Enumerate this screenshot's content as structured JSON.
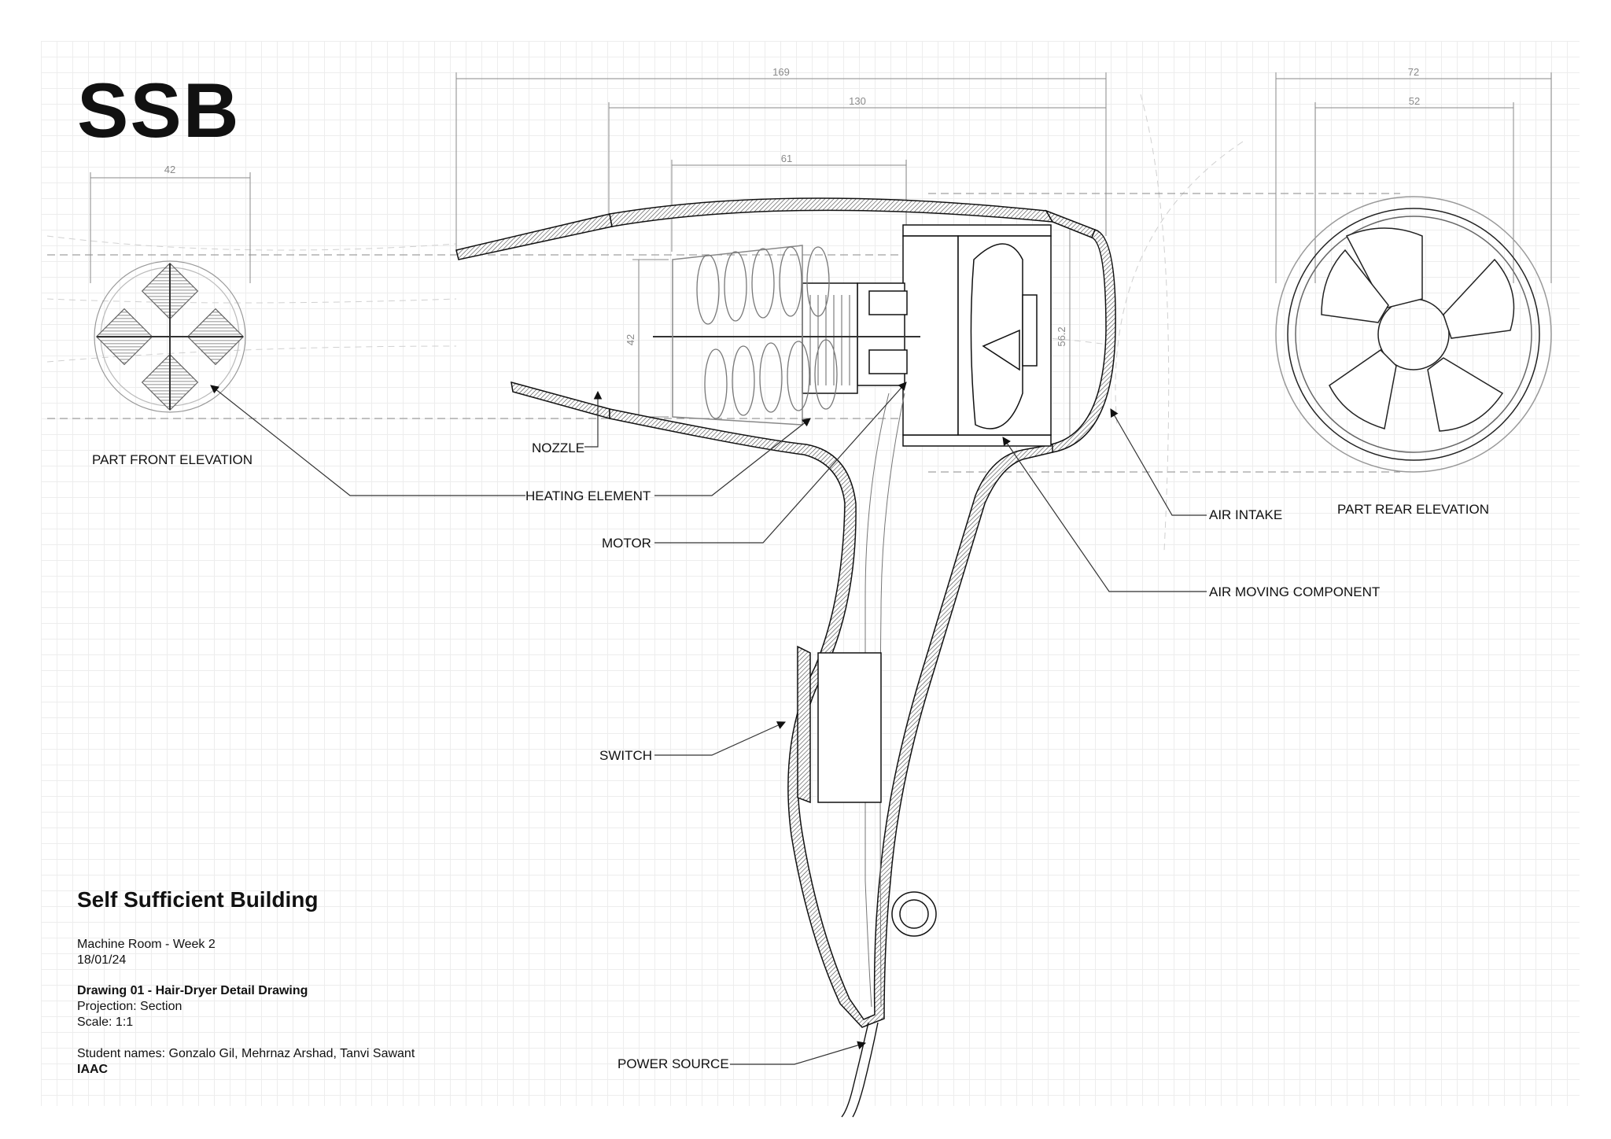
{
  "logo": "SSB",
  "dimensions": {
    "overall_length": "169",
    "body_length": "130",
    "heater_length": "61",
    "front_width": "42",
    "rear_width": "72",
    "fan_width": "52",
    "heater_height": "42",
    "intake_height": "56.2"
  },
  "labels": {
    "front_elevation": "PART FRONT ELEVATION",
    "nozzle": "NOZZLE",
    "heating_element": "HEATING ELEMENT",
    "motor": "MOTOR",
    "switch": "SWITCH",
    "power_source": "POWER SOURCE",
    "air_intake": "AIR INTAKE",
    "rear_elevation": "PART REAR ELEVATION",
    "air_moving": "AIR MOVING COMPONENT"
  },
  "info": {
    "title": "Self Sufficient Building",
    "course": "Machine Room - Week 2",
    "date": "18/01/24",
    "drawing": "Drawing 01 - Hair-Dryer Detail Drawing",
    "projection": "Projection: Section",
    "scale": "Scale: 1:1",
    "students": "Student names: Gonzalo Gil, Mehrnaz Arshad, Tanvi Sawant",
    "institution": "IAAC"
  },
  "colors": {
    "line": "#111111",
    "dimension": "#8a8a8a",
    "grid": "#ededed"
  }
}
